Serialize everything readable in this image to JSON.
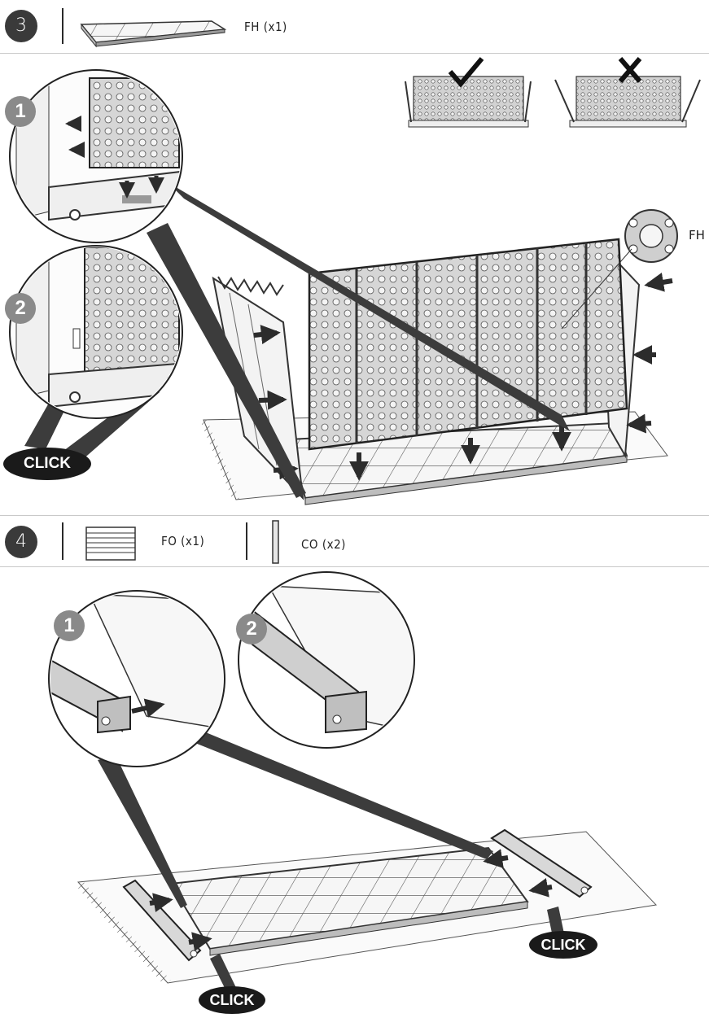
{
  "step3": {
    "number": "3",
    "part_label": "FH (x1)",
    "callout_label": "FH",
    "inset_numbers": [
      "1",
      "2"
    ],
    "click_label": "CLICK",
    "check_icon": "checkmark-icon",
    "cross_icon": "cross-icon"
  },
  "step4": {
    "number": "4",
    "part1_label": "FO (x1)",
    "part2_label": "CO (x2)",
    "inset_numbers": [
      "1",
      "2"
    ],
    "click_left": "CLICK",
    "click_right": "CLICK"
  },
  "colors": {
    "badge": "#3a3a3a",
    "panel_grey": "#d8d8d8",
    "dark_wedge": "#3c3c3c",
    "inset_number": "#8a8a8a"
  }
}
